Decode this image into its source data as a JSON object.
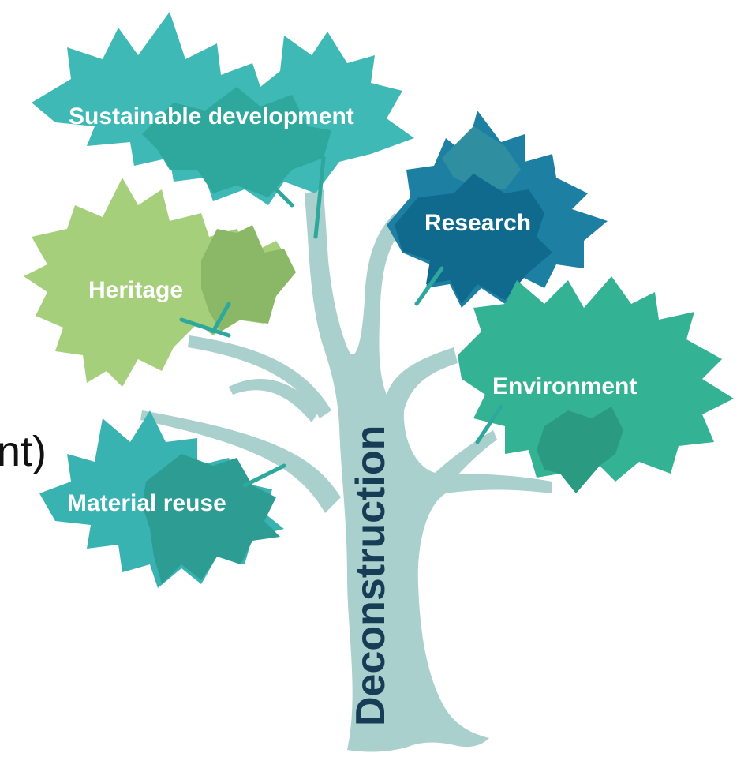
{
  "diagram": {
    "trunk_label": "Deconstruction",
    "cut_off_text": "nt)",
    "leaves": [
      {
        "id": "sustainable",
        "label": "Sustainable development"
      },
      {
        "id": "research",
        "label": "Research"
      },
      {
        "id": "heritage",
        "label": "Heritage"
      },
      {
        "id": "environment",
        "label": "Environment"
      },
      {
        "id": "material",
        "label": "Material reuse"
      }
    ]
  },
  "colors": {
    "trunk": "#a9d0cd",
    "sustainable_leaf": "#3fb9b5",
    "sustainable_leaf_dark": "#2ea89d",
    "research_leaf": "#1d7fa2",
    "research_leaf_dark": "#0f6a8d",
    "research_leaf_accent": "#2f8ea0",
    "heritage_leaf": "#a5cf7a",
    "heritage_leaf_dark": "#8ab866",
    "environment_leaf": "#33b294",
    "environment_leaf_dark": "#2a9a80",
    "material_leaf": "#39b3b2",
    "material_leaf_dark": "#2d9d93",
    "trunk_text": "#173c55",
    "leaf_text": "#ffffff"
  }
}
